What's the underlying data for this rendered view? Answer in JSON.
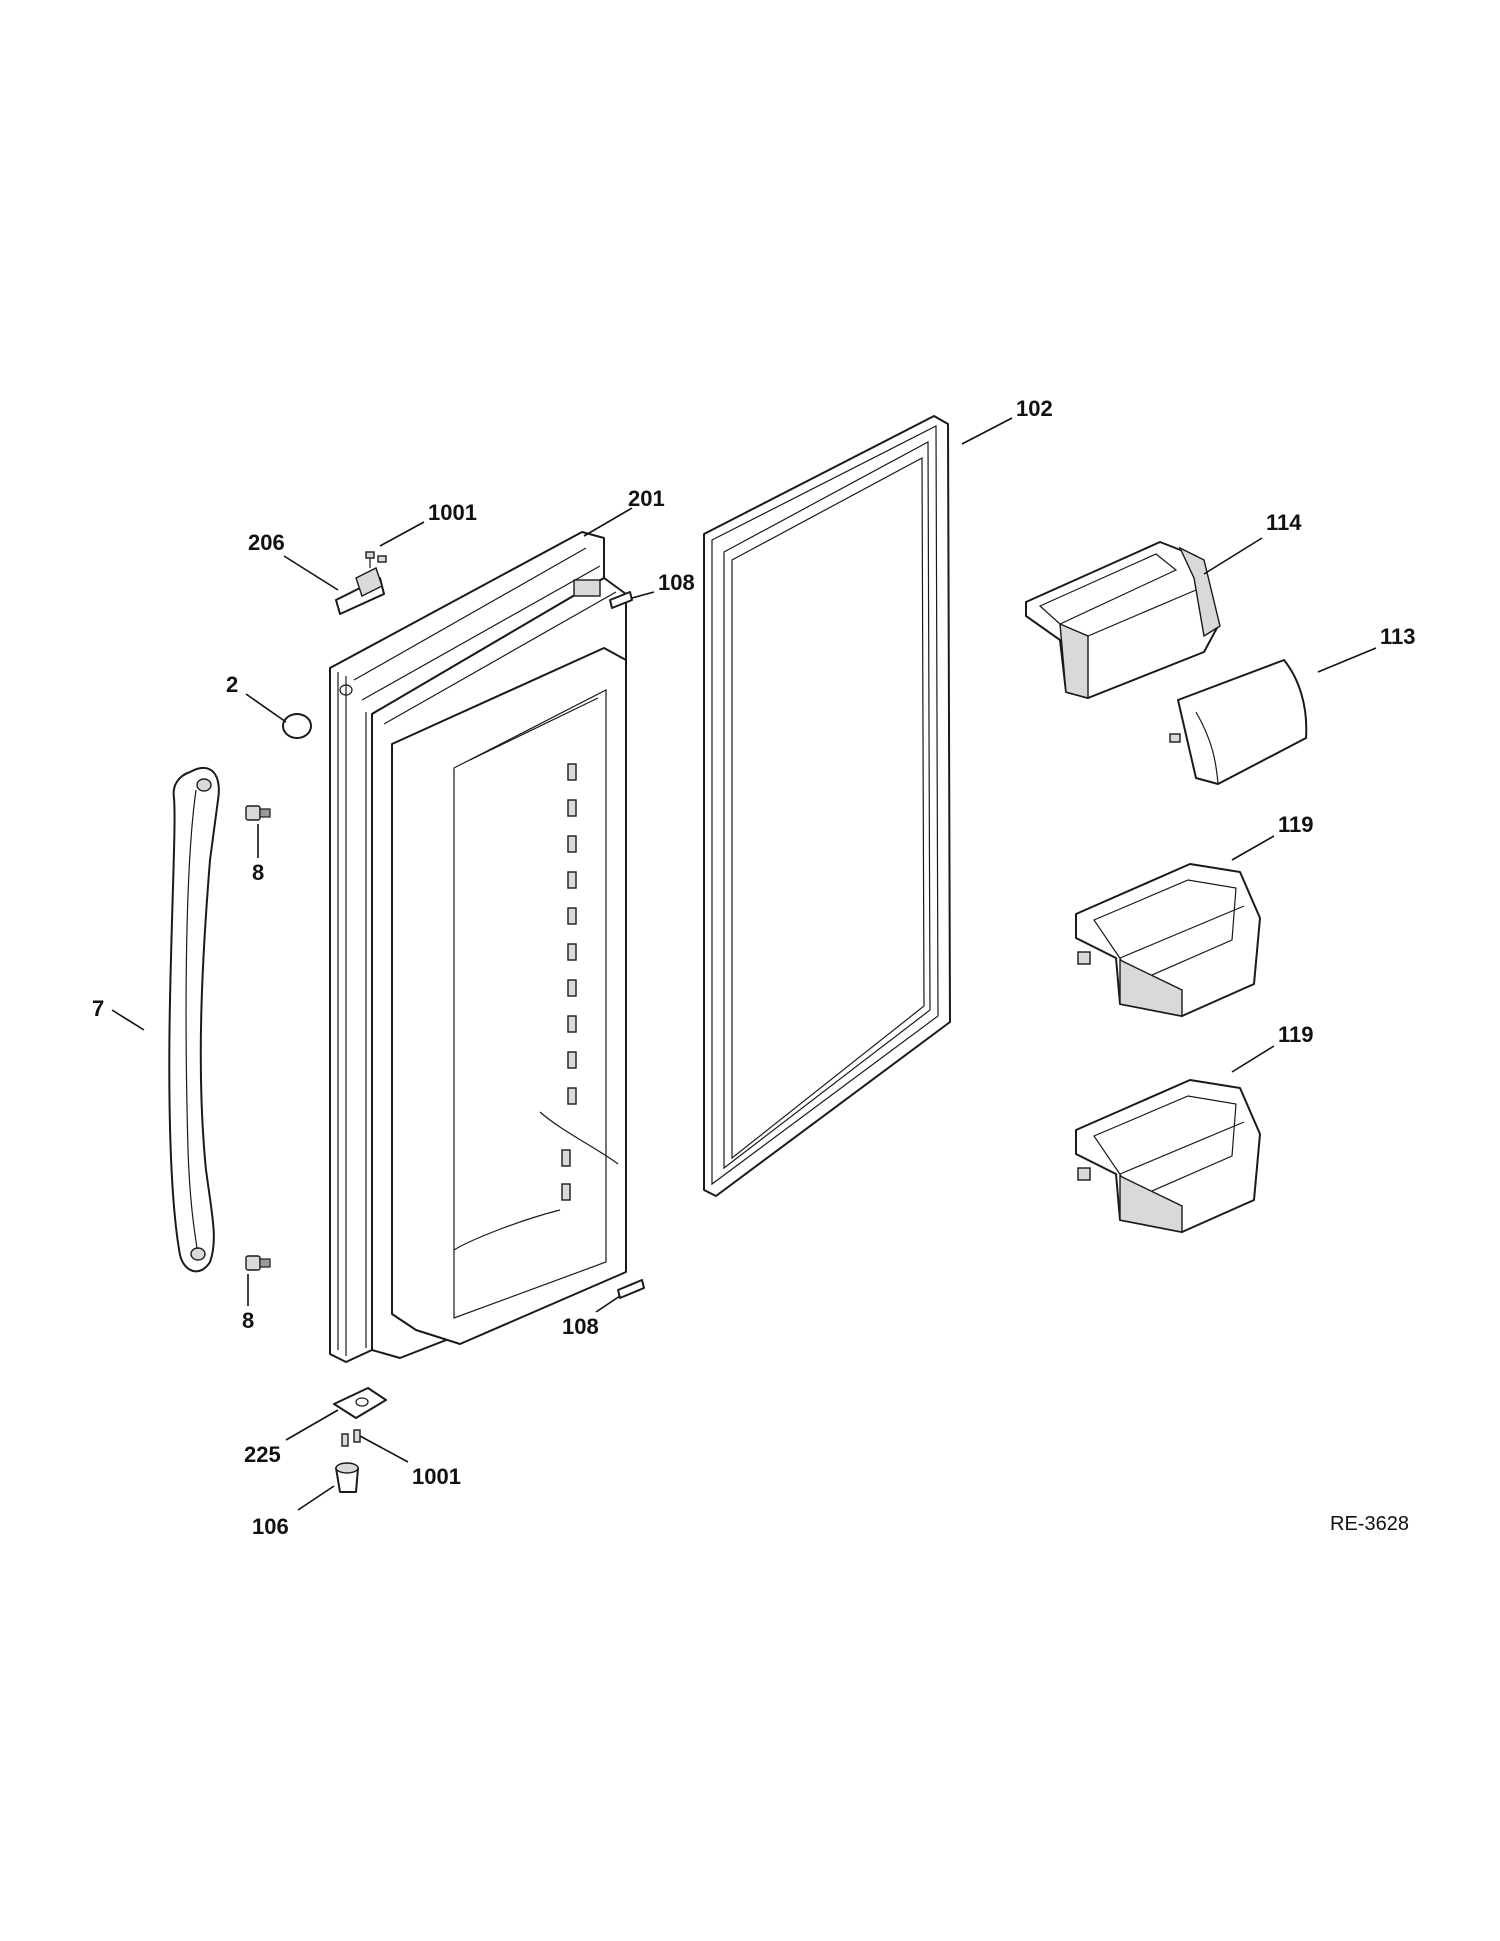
{
  "callouts": {
    "c102": "102",
    "c201": "201",
    "c1001_top": "1001",
    "c206": "206",
    "c108_top": "108",
    "c114": "114",
    "c113": "113",
    "c2": "2",
    "c8_top": "8",
    "c7": "7",
    "c119_top": "119",
    "c119_bottom": "119",
    "c8_bottom": "8",
    "c108_bottom": "108",
    "c225": "225",
    "c1001_bottom": "1001",
    "c106": "106"
  },
  "reference_code": "RE-3628"
}
